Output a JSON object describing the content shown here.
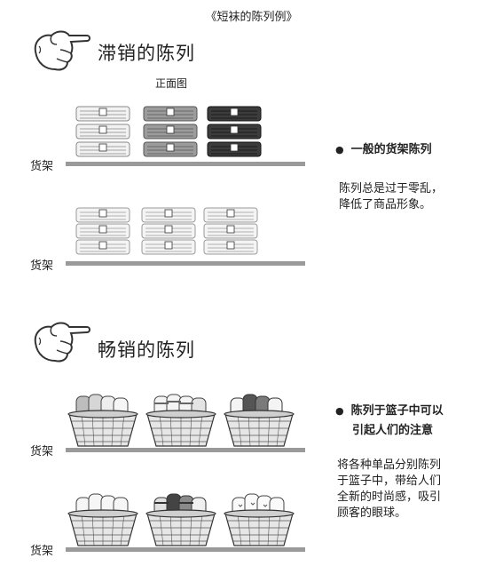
{
  "title": "《短袜的陈列例》",
  "section_bad": {
    "heading": "滞销的陈列",
    "front_view_label": "正面图",
    "shelf_label_1": "货架",
    "shelf_label_2": "货架",
    "bullet_title": "一般的货架陈列",
    "description": [
      "陈列总是过于零乱，",
      "降低了商品形象。"
    ]
  },
  "section_good": {
    "heading": "畅销的陈列",
    "shelf_label_1": "货架",
    "shelf_label_2": "货架",
    "bullet_title": [
      "陈列于篮子中可以",
      "引起人们的注意"
    ],
    "description": [
      "将各种单品分别陈列",
      "于篮子中，带给人们",
      "全新的时尚感，吸引",
      "顾客的眼球。"
    ]
  }
}
